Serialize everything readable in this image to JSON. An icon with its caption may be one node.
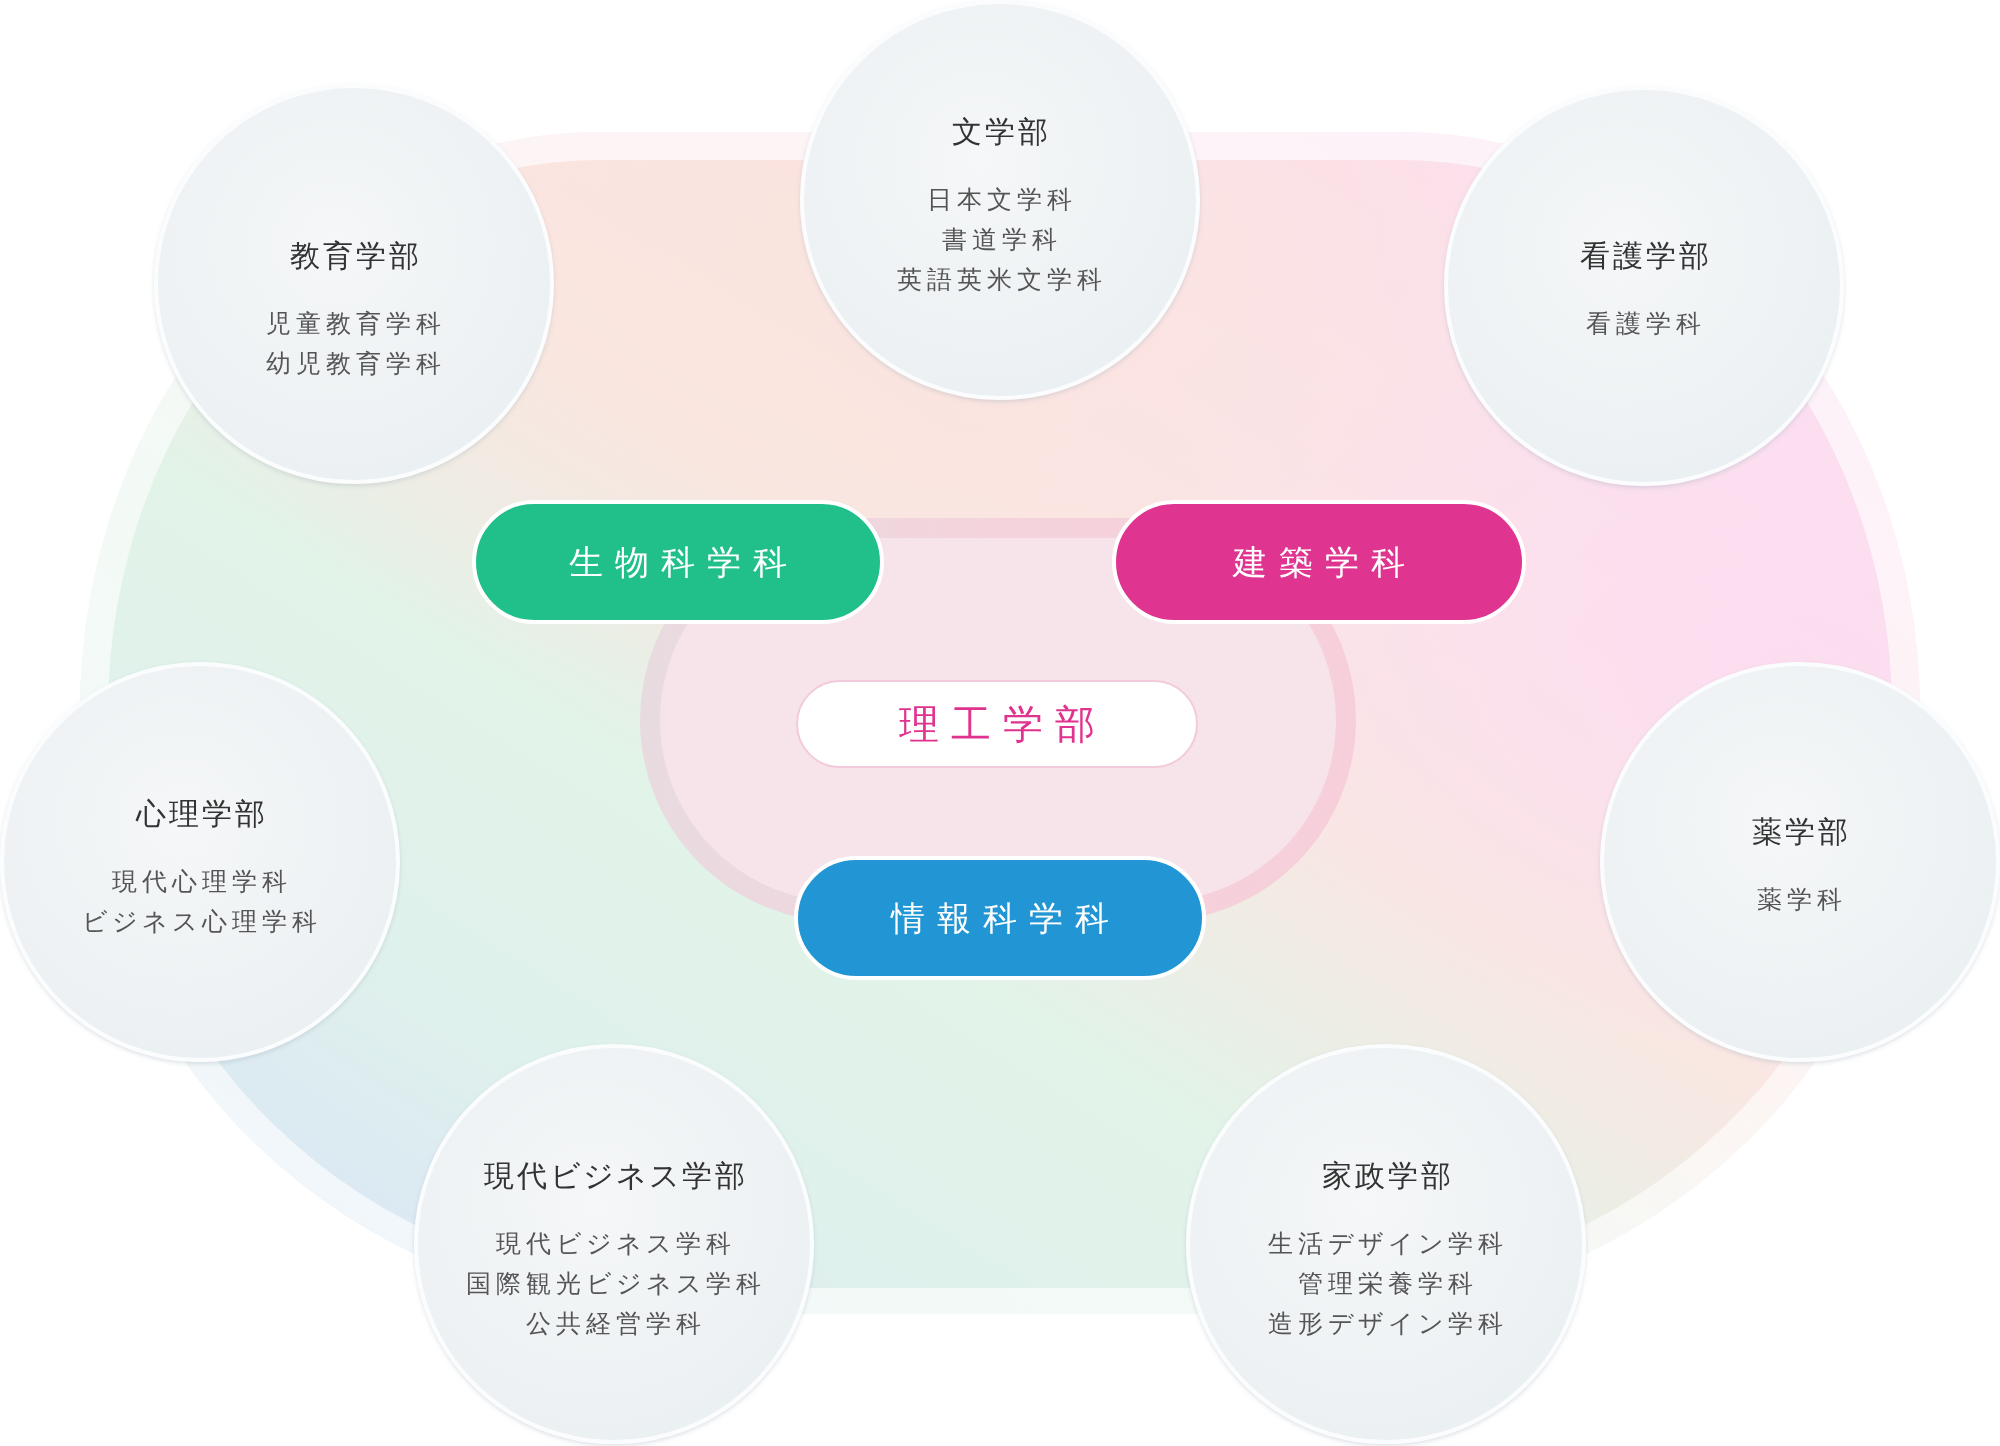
{
  "diagram": {
    "nodes": [
      {
        "text": [
          "文学部",
          "日本文学科",
          "書道学科",
          "英語英米文学科"
        ]
      },
      {
        "text": [
          "教育学部",
          "児童教育学科",
          "幼児教育学科"
        ]
      },
      {
        "text": [
          "看護学部",
          "看護学科"
        ]
      },
      {
        "text": [
          "生物科学科"
        ]
      },
      {
        "text": [
          "建築学科"
        ]
      },
      {
        "text": [
          "理工学部"
        ]
      },
      {
        "text": [
          "心理学部",
          "現代心理学科",
          "ビジネス心理学科"
        ]
      },
      {
        "text": [
          "薬学部",
          "薬学科"
        ]
      },
      {
        "text": [
          "情報科学科"
        ]
      },
      {
        "text": [
          "現代ビジネス学部",
          "現代ビジネス学科",
          "国際観光ビジネス学科",
          "公共経営学科"
        ]
      },
      {
        "text": [
          "家政学部",
          "生活デザイン学科",
          "管理栄養学科",
          "造形デザイン学科"
        ]
      }
    ]
  }
}
